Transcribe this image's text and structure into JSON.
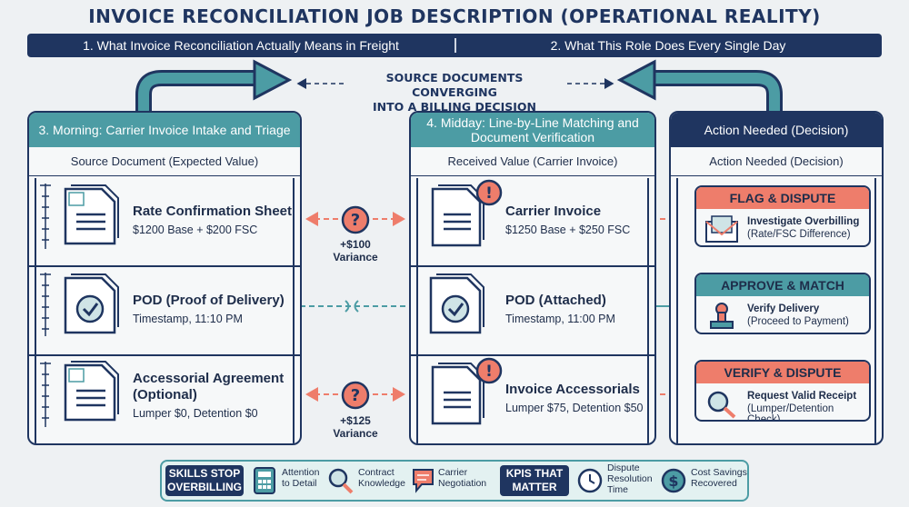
{
  "title": "INVOICE RECONCILIATION JOB DESCRIPTION (OPERATIONAL REALITY)",
  "topbar": {
    "left": "1. What Invoice Reconciliation Actually Means in Freight",
    "right": "2. What This Role Does Every Single Day"
  },
  "converge": {
    "line1": "SOURCE DOCUMENTS CONVERGING",
    "line2": "INTO A BILLING DECISION"
  },
  "panel_left": {
    "header": "3. Morning: Carrier Invoice Intake and Triage",
    "subheader": "Source Document (Expected Value)",
    "rows": [
      {
        "title": "Rate Confirmation Sheet",
        "value": "$1200 Base + $200 FSC"
      },
      {
        "title": "POD (Proof of Delivery)",
        "value": "Timestamp, 11:10 PM"
      },
      {
        "title_line1": "Accessorial Agreement",
        "title_line2": "(Optional)",
        "value": "Lumper $0, Detention $0"
      }
    ]
  },
  "panel_mid": {
    "header_line1": "4. Midday: Line-by-Line Matching and",
    "header_line2": "Document Verification",
    "subheader": "Received Value (Carrier Invoice)",
    "rows": [
      {
        "title": "Carrier Invoice",
        "value": "$1250 Base + $250 FSC"
      },
      {
        "title": "POD (Attached)",
        "value": "Timestamp, 11:00 PM"
      },
      {
        "title": "Invoice Accessorials",
        "value": "Lumper $75, Detention $50"
      }
    ]
  },
  "panel_right": {
    "header": "Action Needed (Decision)",
    "subheader": "Action Needed (Decision)",
    "decisions": [
      {
        "label": "FLAG & DISPUTE",
        "line1": "Investigate Overbilling",
        "line2": "(Rate/FSC Difference)",
        "color": "#ee7d6b"
      },
      {
        "label": "APPROVE & MATCH",
        "line1": "Verify Delivery",
        "line2": "(Proceed to Payment)",
        "color": "#4c9ca4"
      },
      {
        "label": "VERIFY & DISPUTE",
        "line1": "Request Valid Receipt",
        "line2": "(Lumper/Detention Check)",
        "color": "#ee7d6b"
      }
    ]
  },
  "variances": [
    {
      "line1": "+$100",
      "line2": "Variance"
    },
    {
      "line1": "+$125",
      "line2": "Variance"
    }
  ],
  "bottom": {
    "skills_line1": "SKILLS STOP",
    "skills_line2": "OVERBILLING",
    "skills": [
      {
        "line1": "Attention",
        "line2": "to Detail"
      },
      {
        "line1": "Contract",
        "line2": "Knowledge"
      },
      {
        "line1": "Carrier",
        "line2": "Negotiation"
      }
    ],
    "kpis_line1": "KPIS THAT",
    "kpis_line2": "MATTER",
    "kpis": [
      {
        "line1": "Dispute",
        "line2": "Resolution",
        "line3": "Time"
      },
      {
        "line1": "Cost Savings",
        "line2": "Recovered"
      }
    ]
  },
  "colors": {
    "navy": "#1f3560",
    "teal": "#4c9ca4",
    "coral": "#ee7d6b",
    "bg": "#eef1f3"
  },
  "icons": [
    "document-icon",
    "checkmark-icon",
    "alert-icon",
    "question-icon",
    "envelope-icon",
    "stamp-icon",
    "magnifier-icon",
    "calculator-icon",
    "chat-icon",
    "clock-icon",
    "dollar-icon"
  ]
}
